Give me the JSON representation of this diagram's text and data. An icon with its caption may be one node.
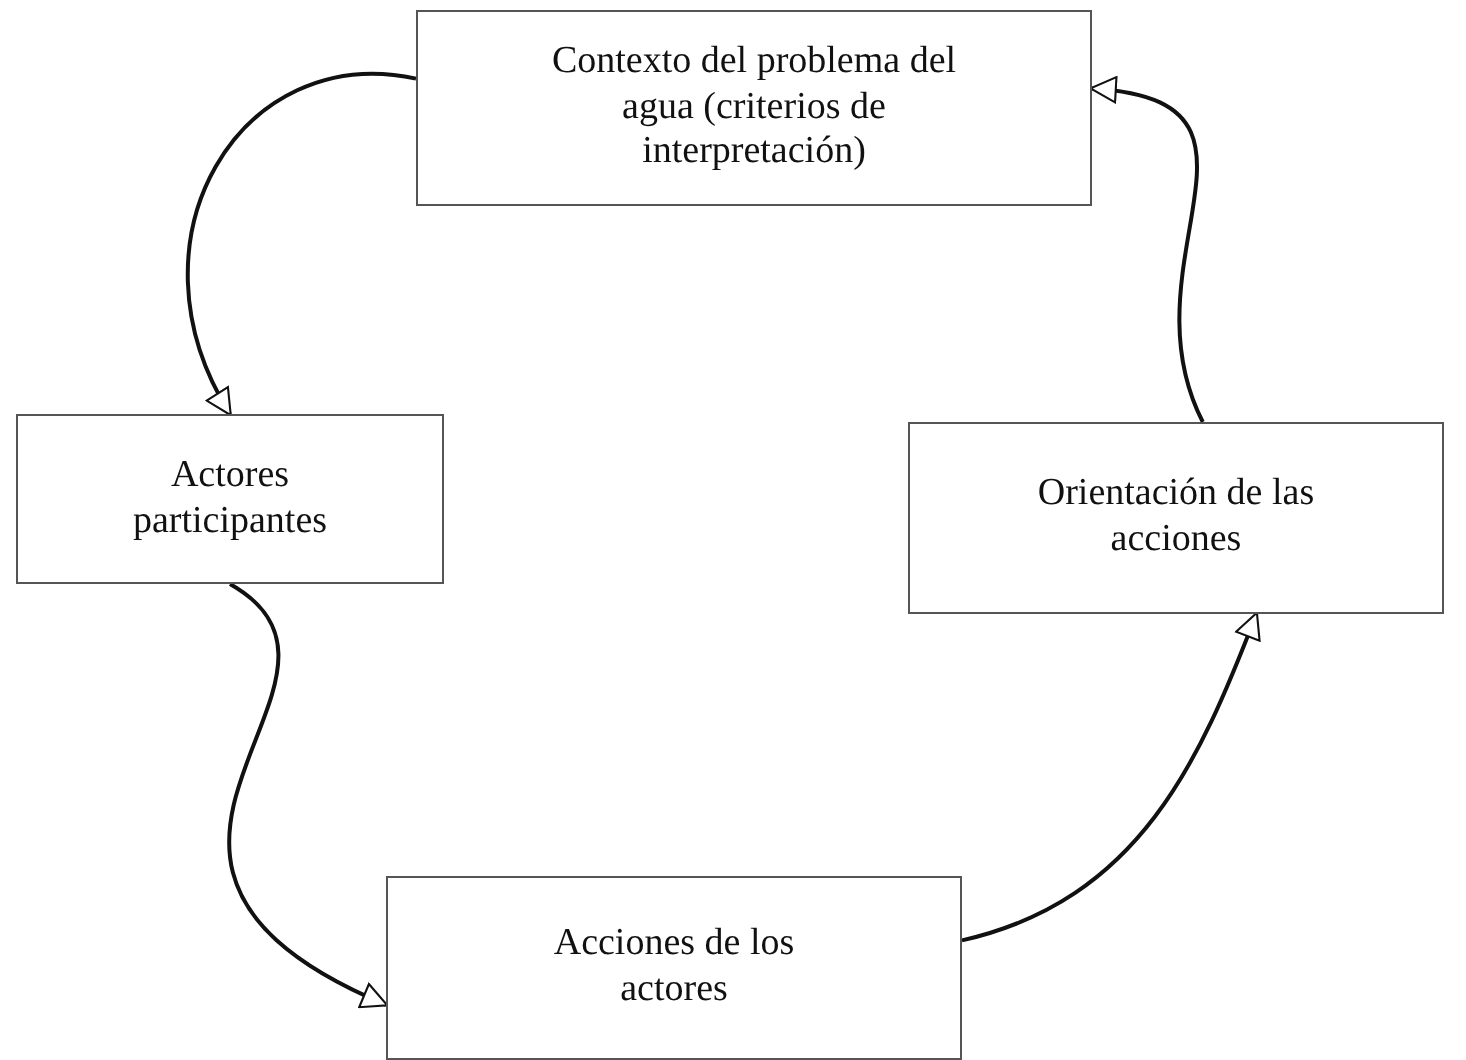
{
  "diagram": {
    "nodes": [
      {
        "text": [
          "Contexto del problema del agua (criterios de interpretación)"
        ]
      },
      {
        "text": [
          "Actores participantes"
        ]
      },
      {
        "text": [
          "Orientación de las acciones"
        ]
      },
      {
        "text": [
          "Acciones de los actores"
        ]
      }
    ],
    "edges": [
      {
        "from": 0,
        "to": 1,
        "arrow": "to"
      },
      {
        "from": 2,
        "to": 0,
        "arrow": "to"
      },
      {
        "from": 3,
        "to": 2,
        "arrow": "to"
      },
      {
        "from": 1,
        "to": 3,
        "arrow": "to"
      }
    ]
  }
}
